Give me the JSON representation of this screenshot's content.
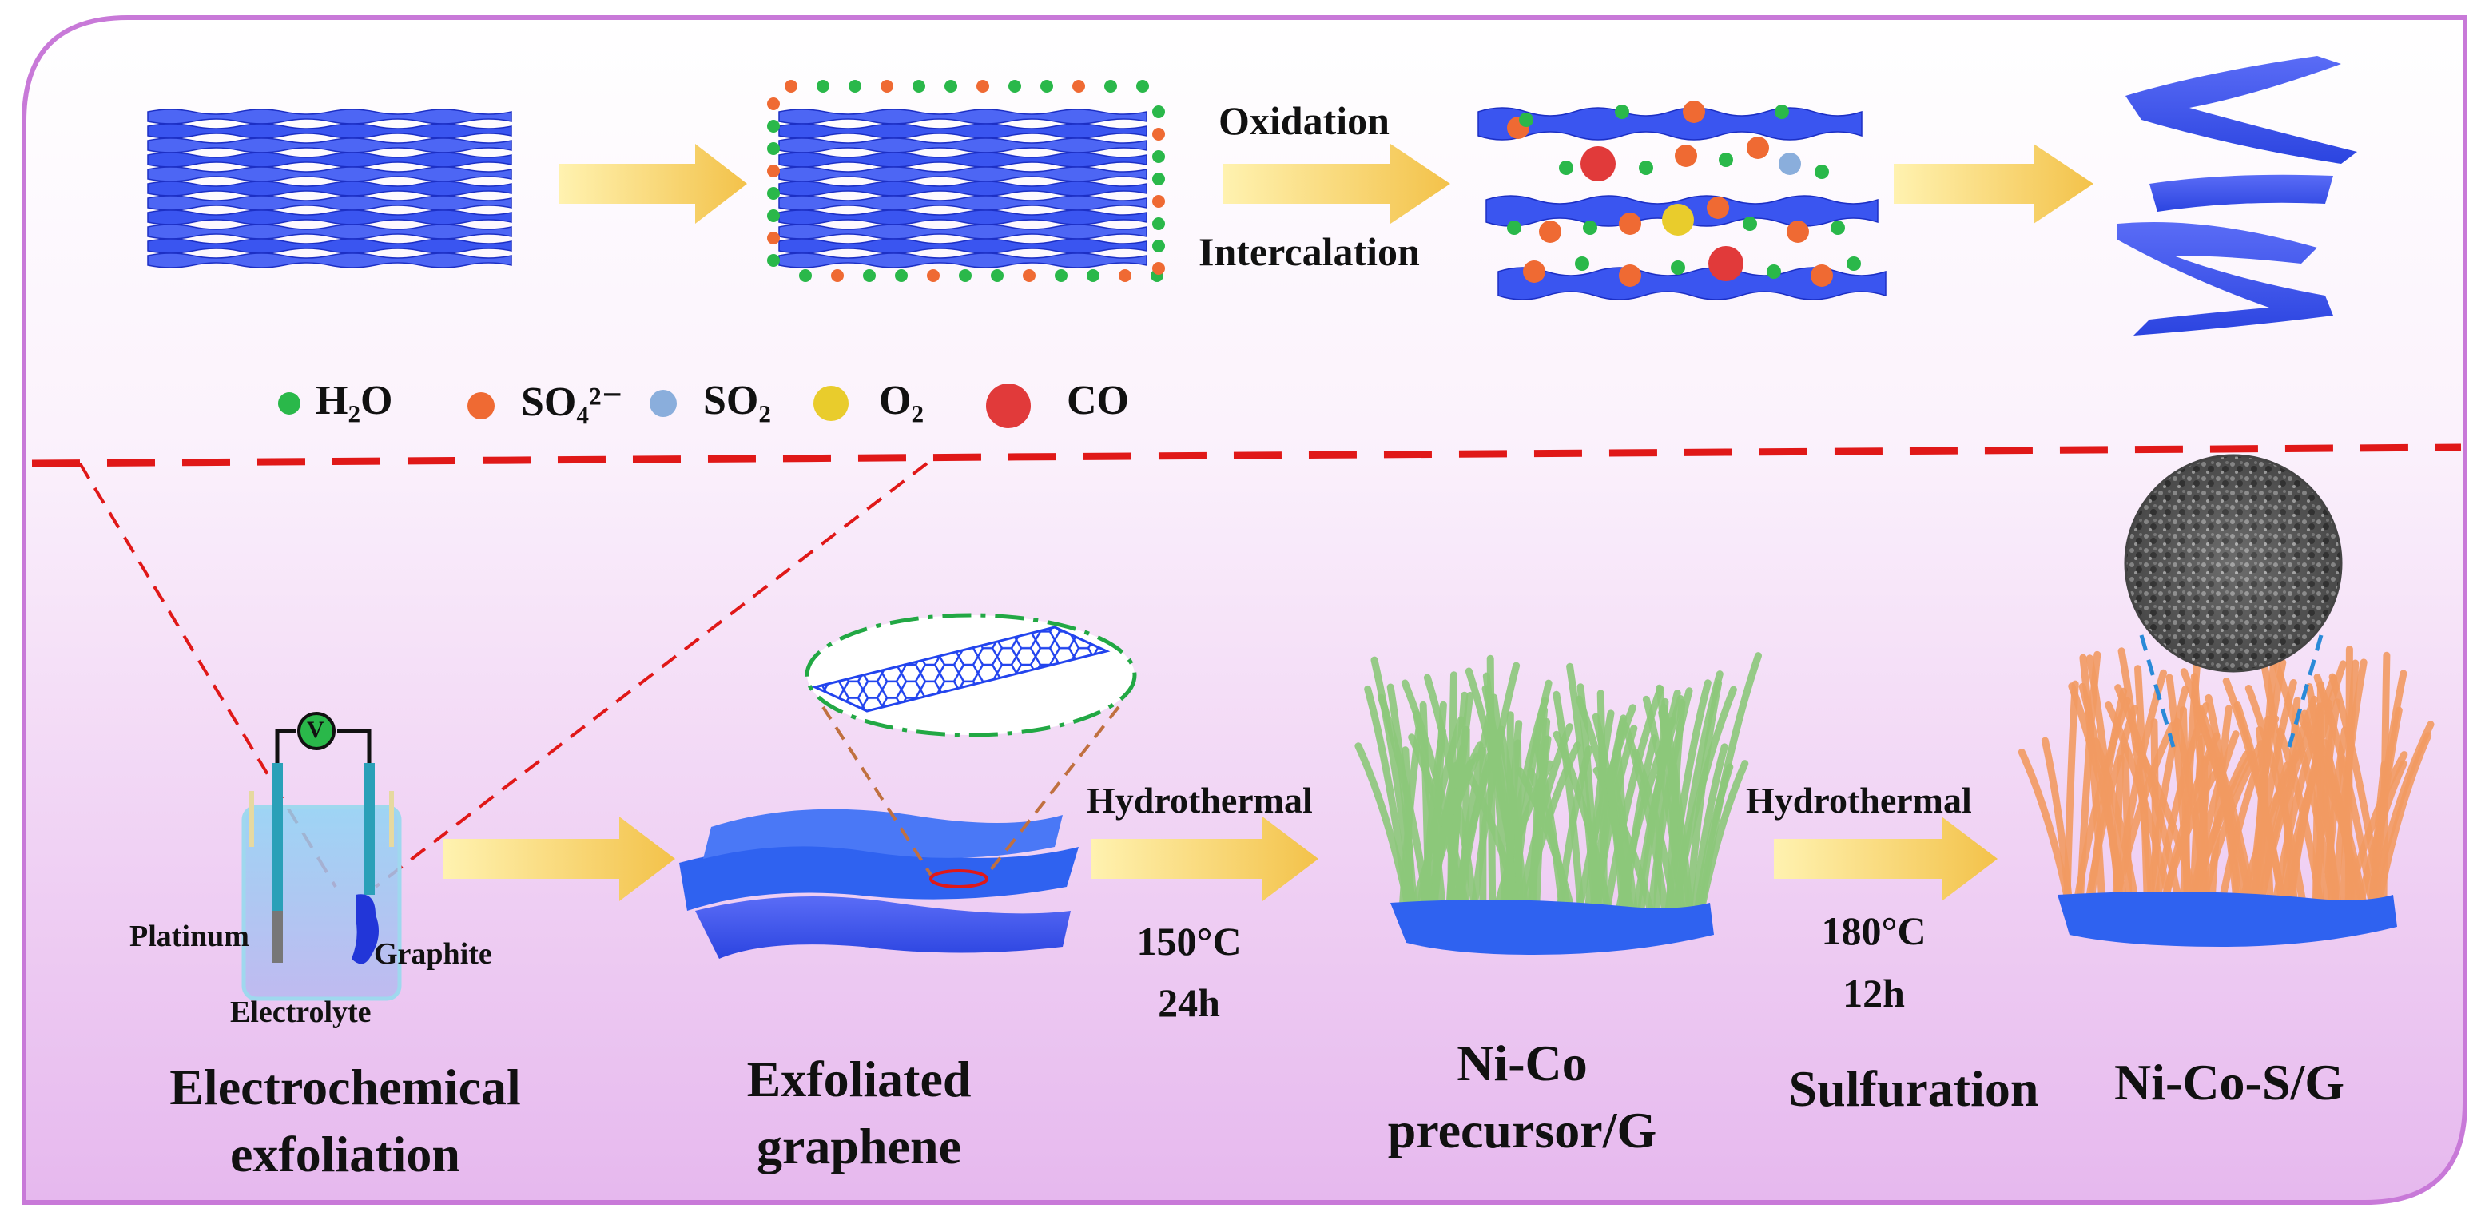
{
  "colors": {
    "frame": "#c879d8",
    "sheet": "#3a55f0",
    "arrow": "#f5cc5a",
    "dash_red": "#e01818",
    "dash_green": "#22a844",
    "dash_blue": "#2a8ad8",
    "nanowire_green": "#8cc87a",
    "nanowire_orange": "#f29a62",
    "h2o": "#2ab84a",
    "so4": "#ef6a33",
    "so2": "#8aaedc",
    "o2": "#e9cc2c",
    "co": "#e13a3a"
  },
  "top": {
    "step_label_1": "Oxidation",
    "step_label_2": "Intercalation"
  },
  "legend": {
    "h2o": "H₂O",
    "so4": "SO₄²⁻",
    "so2": "SO₂",
    "o2": "O₂",
    "co": "CO"
  },
  "cell": {
    "voltmeter": "V",
    "platinum": "Platinum",
    "graphite": "Graphite",
    "electrolyte": "Electrolyte"
  },
  "steps": {
    "hydrothermal_1": "Hydrothermal",
    "temp_1": "150°C",
    "time_1": "24h",
    "hydrothermal_2": "Hydrothermal",
    "temp_2": "180°C",
    "time_2": "12h"
  },
  "captions": {
    "c1_line1": "Electrochemical",
    "c1_line2": "exfoliation",
    "c2_line1": "Exfoliated",
    "c2_line2": "graphene",
    "c3_line1": "Ni-Co",
    "c3_line2": "precursor/G",
    "c4": "Sulfuration",
    "c5": "Ni-Co-S/G"
  }
}
